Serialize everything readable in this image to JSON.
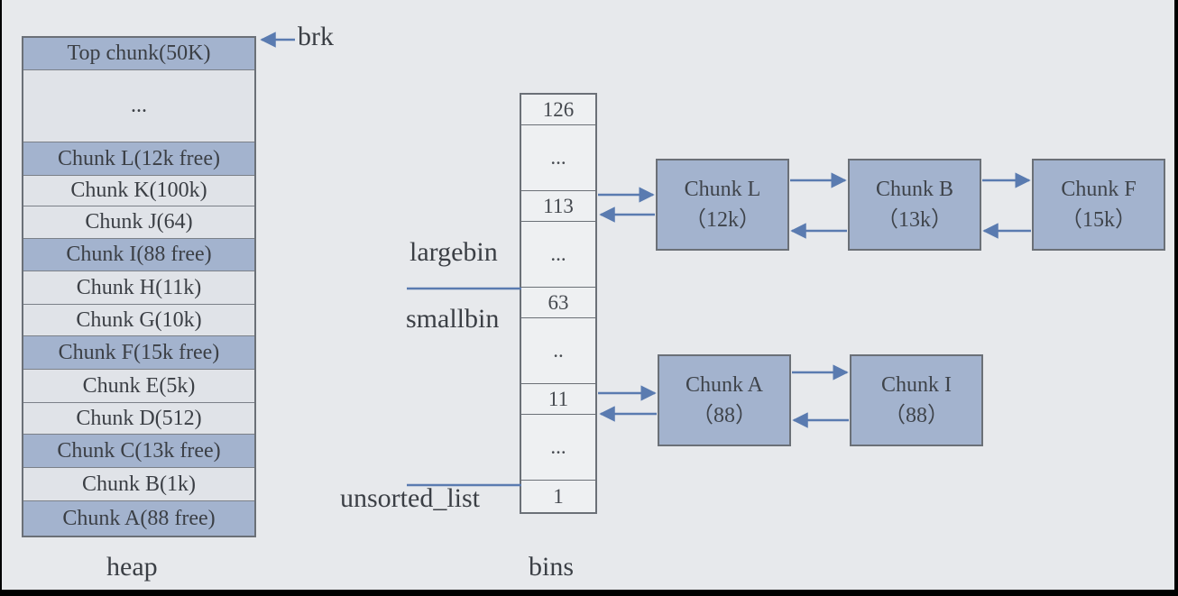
{
  "heap": {
    "label": "heap",
    "pointer_label": "brk",
    "cells": [
      {
        "text": "Top chunk(50K)",
        "type": "free"
      },
      {
        "text": "...",
        "type": "used"
      },
      {
        "text": "Chunk L(12k free)",
        "type": "free"
      },
      {
        "text": "Chunk K(100k)",
        "type": "used"
      },
      {
        "text": "Chunk J(64)",
        "type": "used"
      },
      {
        "text": "Chunk I(88 free)",
        "type": "free"
      },
      {
        "text": "Chunk H(11k)",
        "type": "used"
      },
      {
        "text": "Chunk G(10k)",
        "type": "used"
      },
      {
        "text": "Chunk F(15k free)",
        "type": "free"
      },
      {
        "text": "Chunk E(5k)",
        "type": "used"
      },
      {
        "text": "Chunk D(512)",
        "type": "used"
      },
      {
        "text": "Chunk C(13k free)",
        "type": "free"
      },
      {
        "text": "Chunk B(1k)",
        "type": "used"
      },
      {
        "text": "Chunk A(88 free)",
        "type": "free"
      }
    ]
  },
  "bins": {
    "label": "bins",
    "cells": [
      "126",
      "...",
      "113",
      "...",
      "63",
      "..",
      "11",
      "...",
      "1"
    ],
    "section_labels": {
      "largebin": "largebin",
      "smallbin": "smallbin",
      "unsorted": "unsorted_list"
    }
  },
  "chains": {
    "large": [
      {
        "name": "Chunk L",
        "size": "（12k）"
      },
      {
        "name": "Chunk B",
        "size": "（13k）"
      },
      {
        "name": "Chunk F",
        "size": "（15k）"
      }
    ],
    "small": [
      {
        "name": "Chunk A",
        "size": "（88）"
      },
      {
        "name": "Chunk I",
        "size": "（88）"
      }
    ]
  },
  "colors": {
    "free": "#a3b3ce",
    "used": "#e0e3e8",
    "arrow": "#5a7bb0",
    "border": "#6b7077"
  }
}
